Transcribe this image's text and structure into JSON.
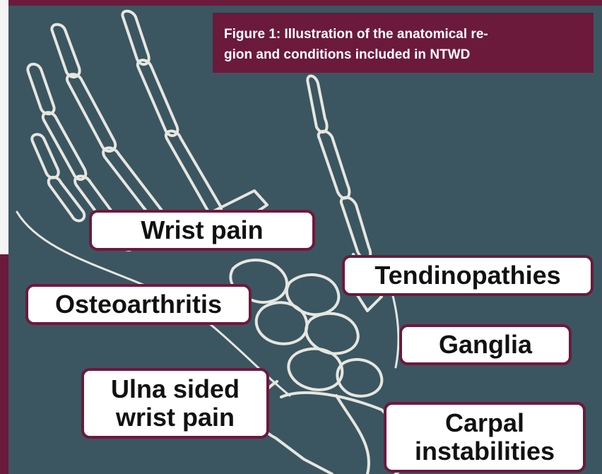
{
  "caption": "Figure 1: Illustration of the anatomical re-\ngion and conditions included in NTWD",
  "labels": {
    "wrist_pain": "Wrist pain",
    "tendinopathies": "Tendinopathies",
    "osteoarthritis": "Osteoarthritis",
    "ganglia": "Ganglia",
    "ulna_sided": "Ulna sided\nwrist pain",
    "carpal": "Carpal\ninstabilities"
  },
  "colors": {
    "background": "#3b5661",
    "accent": "#6b1a3c",
    "bone_outline": "#e6e6e0"
  }
}
